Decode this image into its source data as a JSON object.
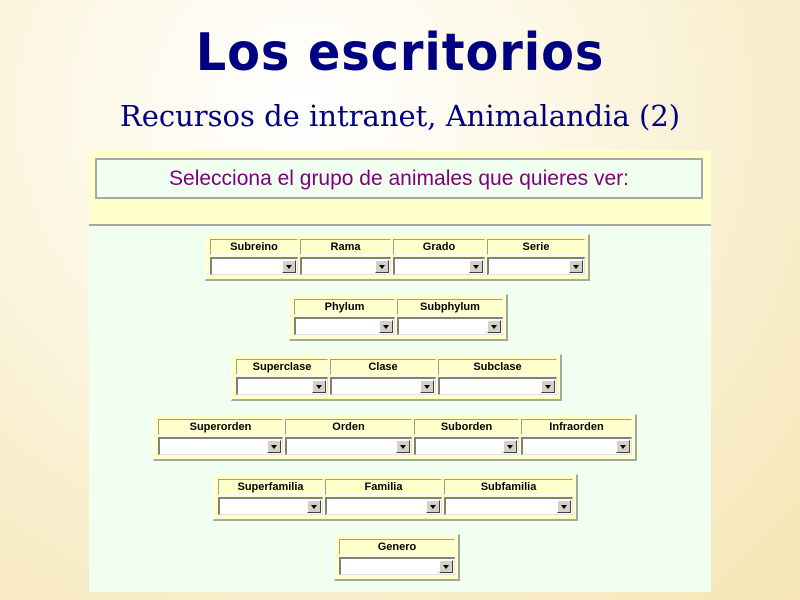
{
  "header": {
    "title": "Los escritorios",
    "subtitle": "Recursos de intranet, Animalandia (2)"
  },
  "panel": {
    "prompt": "Selecciona el grupo de animales que quieres ver:",
    "colors": {
      "prompt_text": "#800080",
      "header_bg": "#ffffcc",
      "body_bg": "#f0fff0"
    },
    "groups": [
      {
        "fields": [
          {
            "label": "Subreino",
            "value": ""
          },
          {
            "label": "Rama",
            "value": ""
          },
          {
            "label": "Grado",
            "value": ""
          },
          {
            "label": "Serie",
            "value": ""
          }
        ]
      },
      {
        "fields": [
          {
            "label": "Phylum",
            "value": ""
          },
          {
            "label": "Subphylum",
            "value": ""
          }
        ]
      },
      {
        "fields": [
          {
            "label": "Superclase",
            "value": ""
          },
          {
            "label": "Clase",
            "value": ""
          },
          {
            "label": "Subclase",
            "value": ""
          }
        ]
      },
      {
        "fields": [
          {
            "label": "Superorden",
            "value": ""
          },
          {
            "label": "Orden",
            "value": ""
          },
          {
            "label": "Suborden",
            "value": ""
          },
          {
            "label": "Infraorden",
            "value": ""
          }
        ]
      },
      {
        "fields": [
          {
            "label": "Superfamilia",
            "value": ""
          },
          {
            "label": "Familia",
            "value": ""
          },
          {
            "label": "Subfamilia",
            "value": ""
          }
        ]
      },
      {
        "fields": [
          {
            "label": "Genero",
            "value": ""
          }
        ]
      }
    ]
  }
}
